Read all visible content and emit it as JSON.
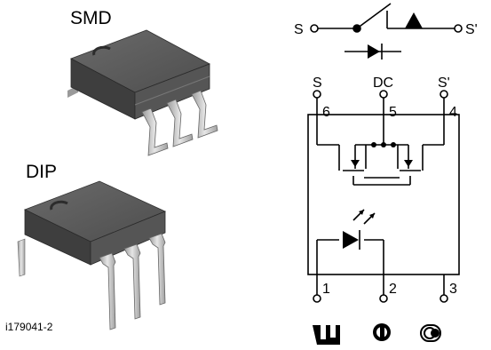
{
  "packages": {
    "smd_label": "SMD",
    "dip_label": "DIP"
  },
  "figure_id": "i179041-2",
  "switch_symbol": {
    "left_terminal": "S",
    "right_terminal": "S'"
  },
  "schematic": {
    "top_pins": [
      {
        "name": "S",
        "number": "6"
      },
      {
        "name": "DC",
        "number": "5"
      },
      {
        "name": "S'",
        "number": "4"
      }
    ],
    "bottom_pins": [
      {
        "number": "1"
      },
      {
        "number": "2"
      },
      {
        "number": "3"
      }
    ]
  },
  "certification_marks": [
    "UL-recognized-mark",
    "CSA-mark",
    "FIMKO-mark"
  ],
  "colors": {
    "chip_body": "#4a4a4a",
    "chip_top": "#5e5e5e",
    "lead_metal": "#c9c9c9",
    "line": "#000000"
  }
}
